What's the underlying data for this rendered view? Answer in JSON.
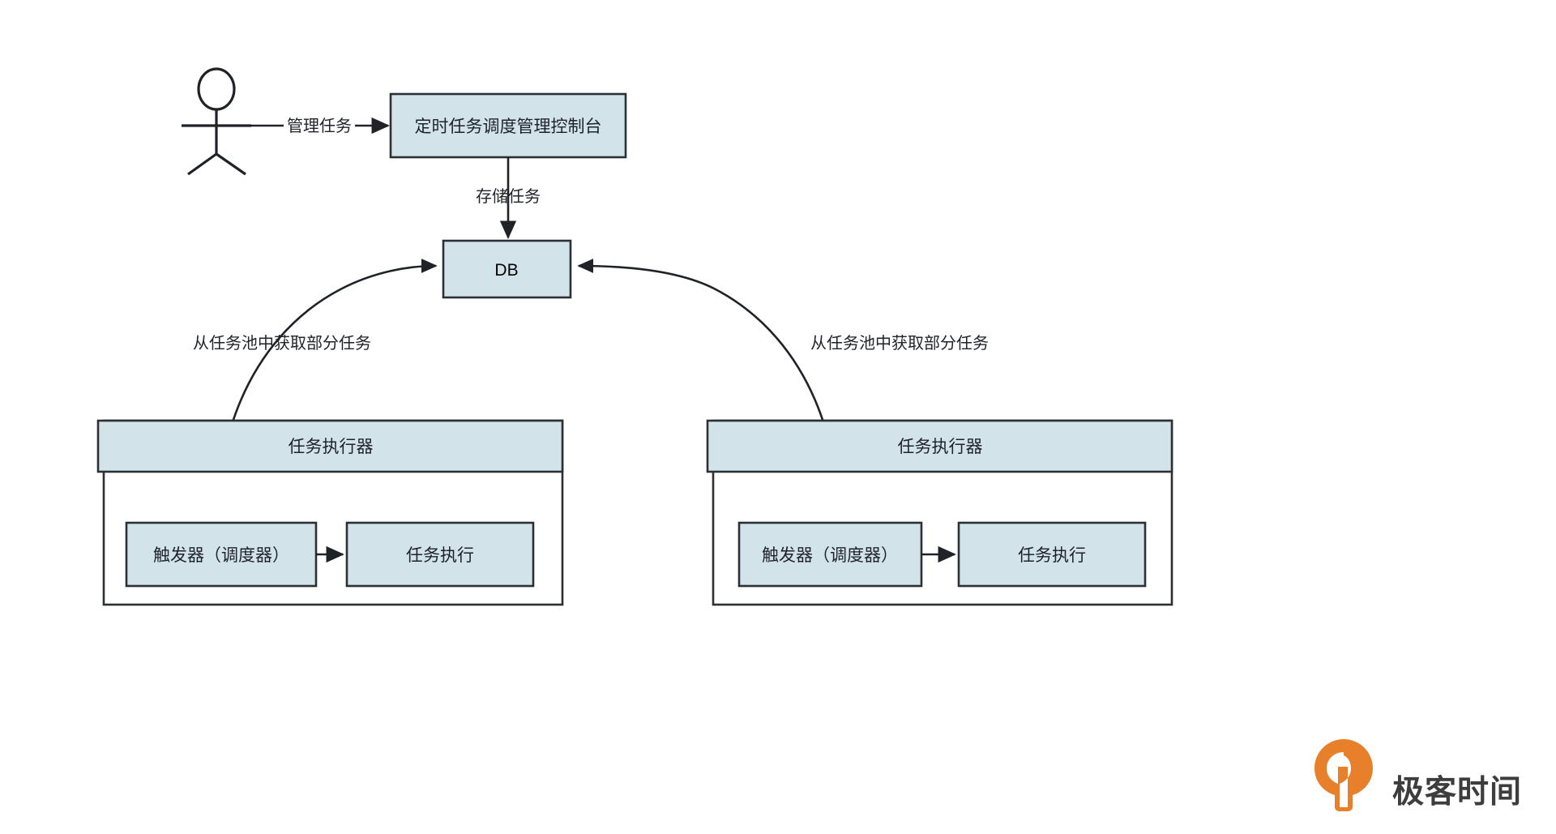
{
  "diagram": {
    "title": "定时任务调度架构图",
    "colors": {
      "node_fill": "#d2e3ea",
      "node_stroke": "#2b3034",
      "container_fill": "#ffffff",
      "text": "#1f2328",
      "edge": "#1f2328",
      "background": "#ffffff",
      "watermark_orange": "#e8802b",
      "watermark_text": "#3d3d3d"
    },
    "actor": {
      "name": "user-actor",
      "label": ""
    },
    "nodes": {
      "console": {
        "label": "定时任务调度管理控制台"
      },
      "db": {
        "label": "DB"
      },
      "executor_left": {
        "header": "任务执行器",
        "trigger": "触发器（调度器）",
        "execute": "任务执行"
      },
      "executor_right": {
        "header": "任务执行器",
        "trigger": "触发器（调度器）",
        "execute": "任务执行"
      }
    },
    "edges": {
      "actor_to_console": "管理任务",
      "console_to_db": "存储任务",
      "left_executor_to_db": "从任务池中获取部分任务",
      "right_executor_to_db": "从任务池中获取部分任务"
    },
    "watermark": {
      "brand": "极客时间",
      "mark": "geektime-logo-icon"
    }
  }
}
